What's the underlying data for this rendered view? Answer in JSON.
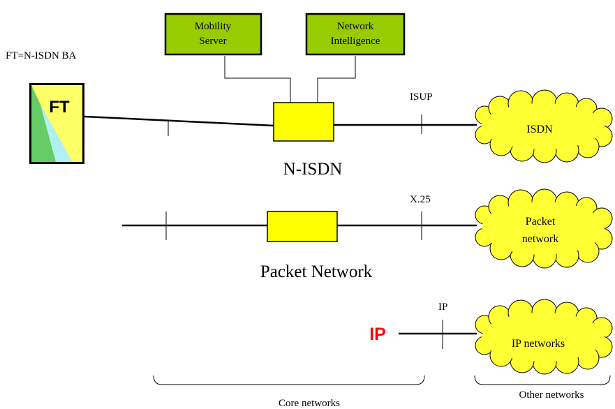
{
  "ft_caption": "FT=N-ISDN BA",
  "ft_box_label": "FT",
  "mobility_server": [
    "Mobility",
    "Server"
  ],
  "network_intelligence": [
    "Network",
    "Intelligence"
  ],
  "n_isdn_label": "N-ISDN",
  "packet_network_label": "Packet Network",
  "ip_label": "IP",
  "interfaces": {
    "isup": "ISUP",
    "x25": "X.25",
    "ip": "IP"
  },
  "clouds": {
    "isdn": [
      "ISDN"
    ],
    "packet": [
      "Packet",
      "network"
    ],
    "ip": [
      "IP networks"
    ]
  },
  "braces": {
    "core": "Core networks",
    "other": "Other networks"
  },
  "colors": {
    "green_box": "#99CC00",
    "yellow": "#FFFF00",
    "cloud_fill": "#FFFF33",
    "ft_green": "#66CC66",
    "ft_cyan": "#B0F0F0",
    "ip_red": "#FF0000"
  }
}
